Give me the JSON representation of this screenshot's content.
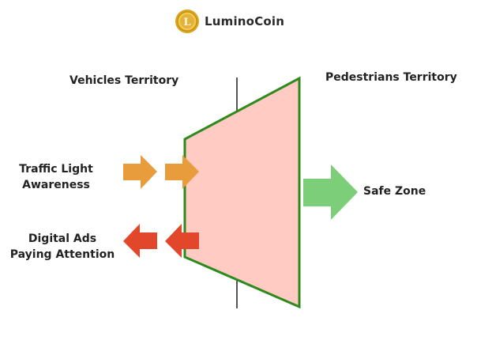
{
  "brand": {
    "name": "LuminoCoin",
    "logo_icon": "gold-coin-icon",
    "coin_glyph": "L"
  },
  "labels": {
    "vehicles_territory": "Vehicles Territory",
    "pedestrians_territory": "Pedestrians Territory",
    "traffic_light_line1": "Traffic Light",
    "traffic_light_line2": "Awareness",
    "digital_ads_line1": "Digital Ads",
    "digital_ads_line2": "Paying Attention",
    "safe_zone": "Safe Zone"
  },
  "colors": {
    "filter_fill": "#ffcbc3",
    "filter_stroke": "#2f8a1e",
    "divider": "#555555",
    "orange_arrow": "#e89c3c",
    "red_arrow": "#e2472b",
    "green_arrow": "#7ccf78",
    "coin_gold": "#d9a520"
  },
  "icons": {
    "inbound_arrow": "right-arrow-icon",
    "outbound_arrow": "left-arrow-icon",
    "safe_arrow": "right-arrow-icon"
  }
}
